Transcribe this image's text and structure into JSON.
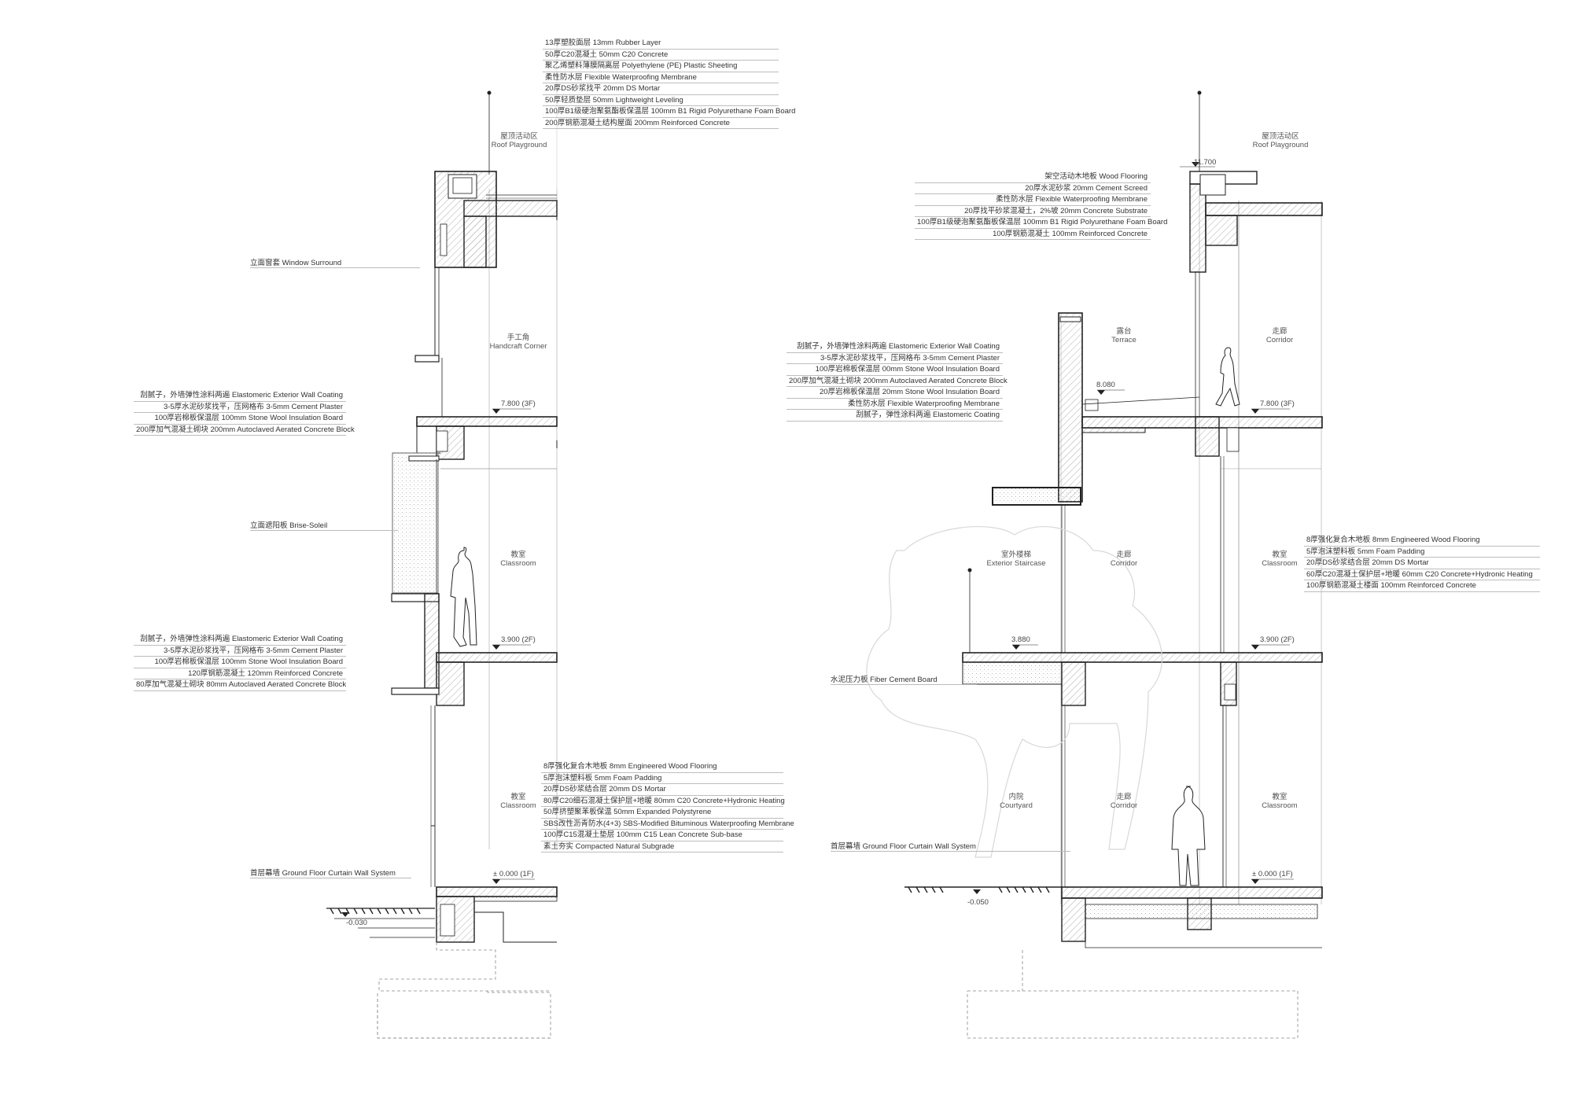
{
  "left_section": {
    "roof_layers": [
      "13厚塑胶面层 13mm Rubber Layer",
      "50厚C20混凝土 50mm C20 Concrete",
      "聚乙烯塑料薄膜隔离层 Polyethylene (PE) Plastic Sheeting",
      "柔性防水层 Flexible Waterproofing Membrane",
      "20厚DS砂浆找平 20mm DS Mortar",
      "50厚轻质垫层 50mm Lightweight Leveling",
      "100厚B1级硬泡聚氨酯板保温层 100mm B1 Rigid Polyurethane Foam Board",
      "200厚钢筋混凝土结构屋面 200mm Reinforced Concrete"
    ],
    "wall_layers_3f": [
      "刮腻子，外墙弹性涂料两遍 Elastomeric Exterior Wall Coating",
      "3-5厚水泥砂浆找平，压网格布 3-5mm Cement Plaster",
      "100厚岩棉板保温层 100mm Stone Wool Insulation Board",
      "200厚加气混凝土砌块 200mm Autoclaved Aerated Concrete Block"
    ],
    "wall_layers_2f": [
      "刮腻子，外墙弹性涂料两遍 Elastomeric Exterior Wall Coating",
      "3-5厚水泥砂浆找平，压网格布 3-5mm Cement Plaster",
      "100厚岩棉板保温层 100mm Stone Wool Insulation Board",
      "120厚钢筋混凝土 120mm Reinforced Concrete",
      "80厚加气混凝土砌块 80mm Autoclaved Aerated Concrete Block"
    ],
    "floor_layers_1f": [
      "8厚强化复合木地板 8mm Engineered Wood Flooring",
      "5厚泡沫塑料板 5mm Foam Padding",
      "20厚DS砂浆结合层 20mm DS Mortar",
      "80厚C20细石混凝土保护层+地暖 80mm C20 Concrete+Hydronic Heating",
      "50厚挤塑聚苯板保温 50mm Expanded Polystyrene",
      "SBS改性沥青防水(4+3) SBS-Modified Bituminous Waterproofing Membrane",
      "100厚C15混凝土垫层 100mm C15 Lean Concrete Sub-base",
      "素土夯实 Compacted Natural Subgrade"
    ],
    "callouts": {
      "window_surround": "立面窗套 Window Surround",
      "brise_soleil": "立面遮阳板 Brise-Soleil",
      "curtain_wall": "首层幕墙 Ground Floor Curtain Wall System"
    },
    "rooms": {
      "roof": [
        "屋顶活动区",
        "Roof Playground"
      ],
      "handcraft": [
        "手工角",
        "Handcraft Corner"
      ],
      "classroom_2f": [
        "教室",
        "Classroom"
      ],
      "classroom_1f": [
        "教室",
        "Classroom"
      ]
    },
    "levels": {
      "l3": "7.800 (3F)",
      "l2": "3.900 (2F)",
      "l1": "± 0.000 (1F)",
      "ground": "-0.030"
    }
  },
  "right_section": {
    "roof_layers": [
      "架空活动木地板 Wood Flooring",
      "20厚水泥砂浆 20mm Cement Screed",
      "柔性防水层 Flexible Waterproofing Membrane",
      "20厚找平砂浆混凝土，2%坡 20mm  Concrete Substrate",
      "100厚B1级硬泡聚氨酯板保温层 100mm B1 Rigid Polyurethane Foam Board",
      "100厚钢筋混凝土 100mm Reinforced Concrete"
    ],
    "wall_layers": [
      "刮腻子，外墙弹性涂料两遍 Elastomeric Exterior Wall Coating",
      "3-5厚水泥砂浆找平，压网格布 3-5mm Cement Plaster",
      "100厚岩棉板保温层 00mm Stone Wool Insulation Board",
      "200厚加气混凝土砌块 200mm Autoclaved Aerated Concrete Block",
      "20厚岩棉板保温层 20mm Stone Wool Insulation Board",
      "柔性防水层 Flexible Waterproofing Membrane",
      "刮腻子，弹性涂料两遍 Elastomeric Coating"
    ],
    "floor_layers_2f": [
      "8厚强化复合木地板 8mm Engineered Wood Flooring",
      "5厚泡沫塑料板 5mm Foam Padding",
      "20厚DS砂浆结合层 20mm DS Mortar",
      "60厚C20混凝土保护层+地暖 60mm C20 Concrete+Hydronic Heating",
      "100厚钢筋混凝土楼面 100mm Reinforced Concrete"
    ],
    "callouts": {
      "fiber_cement": "水泥压力板 Fiber Cement Board",
      "curtain_wall": "首层幕墙 Ground Floor Curtain Wall System"
    },
    "rooms": {
      "roof": [
        "屋顶活动区",
        "Roof Playground"
      ],
      "terrace": [
        "露台",
        "Terrace"
      ],
      "corridor_3f": [
        "走廊",
        "Corridor"
      ],
      "staircase": [
        "室外楼梯",
        "Exterior Staircase"
      ],
      "corridor_2f": [
        "走廊",
        "Corridor"
      ],
      "classroom_2f": [
        "教室",
        "Classroom"
      ],
      "courtyard": [
        "内院",
        "Courtyard"
      ],
      "corridor_1f": [
        "走廊",
        "Corridor"
      ],
      "classroom_1f": [
        "教室",
        "Classroom"
      ]
    },
    "levels": {
      "roof": "11.700",
      "terrace": "8.080",
      "l3": "7.800 (3F)",
      "stair": "3.880",
      "l2": "3.900 (2F)",
      "l1": "± 0.000 (1F)",
      "ground": "-0.050"
    }
  }
}
